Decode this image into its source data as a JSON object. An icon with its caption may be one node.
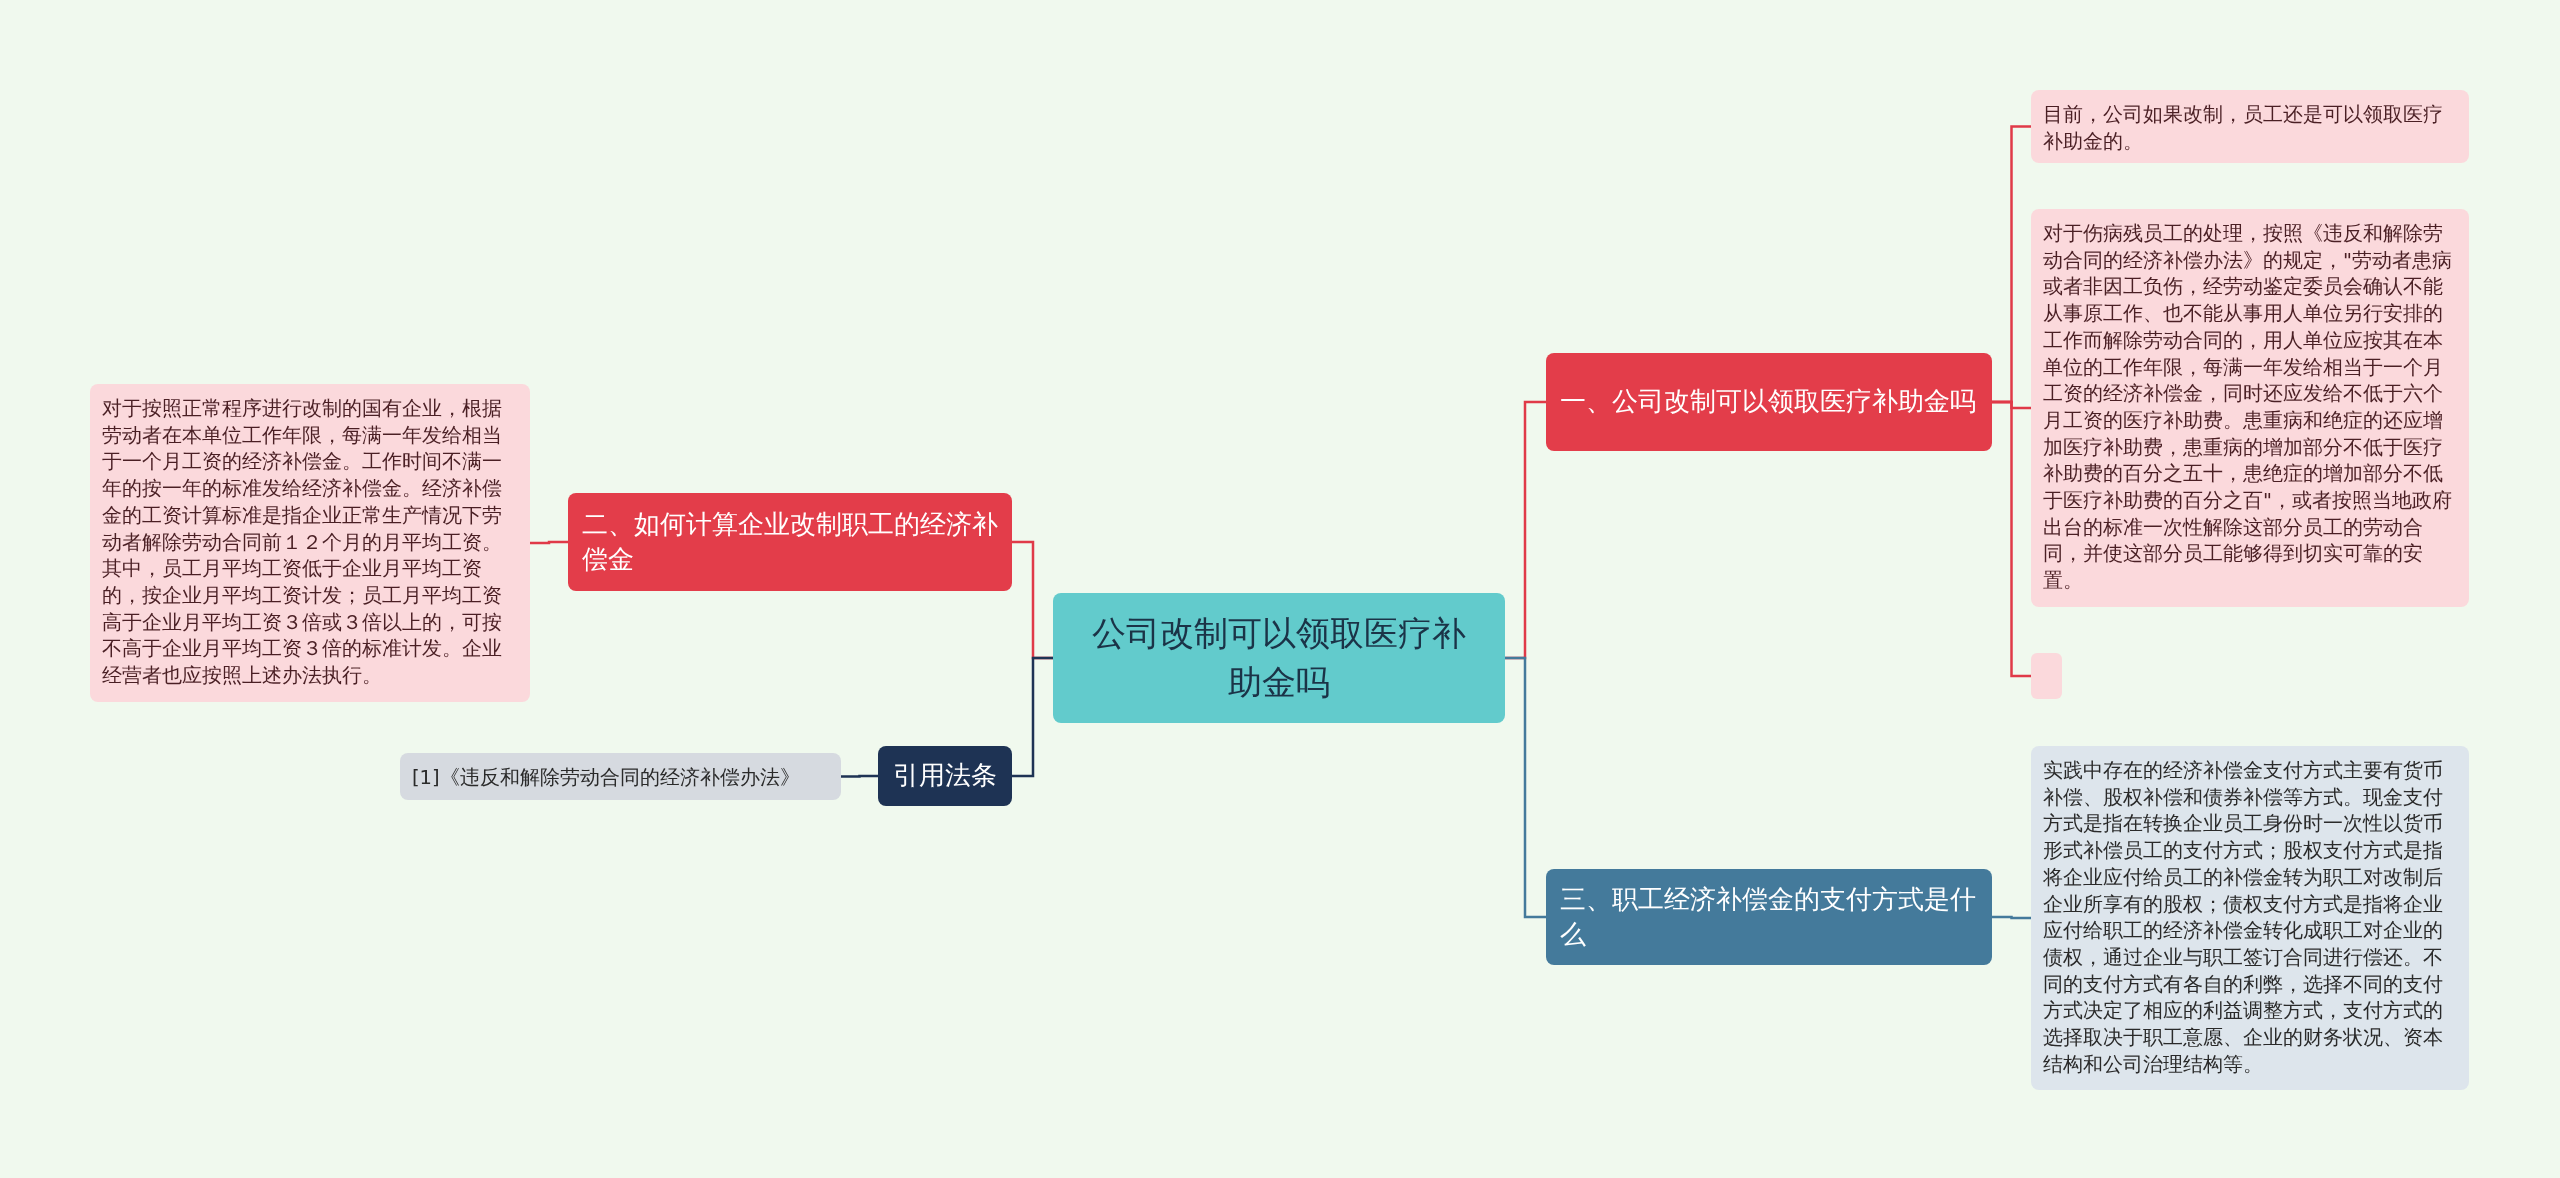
{
  "diagram": {
    "nodes": [
      {
        "text": [
          "公司改制可以领取医疗补助金吗"
        ]
      },
      {
        "text": [
          "一、公司改制可以领取医疗补助金吗"
        ]
      },
      {
        "text": [
          "目前，公司如果改制，员工还是可以领取医疗补助金的。"
        ]
      },
      {
        "text": [
          "对于伤病残员工的处理，按照《违反和解除劳动合同的经济补偿办法》的规定，\"劳动者患病或者非因工负伤，经劳动鉴定委员会确认不能从事原工作、也不能从事用人单位另行安排的工作而解除劳动合同的，用人单位应按其在本单位的工作年限，每满一年发给相当于一个月工资的经济补偿金，同时还应发给不低于六个月工资的医疗补助费。患重病和绝症的还应增加医疗补助费，患重病的增加部分不低于医疗补助费的百分之五十，患绝症的增加部分不低于医疗补助费的百分之百\"，或者按照当地政府出台的标准一次性解除这部分员工的劳动合同，并使这部分员工能够得到切实可靠的安置。"
        ]
      },
      {
        "text": [],
        "shape": "box"
      },
      {
        "text": [
          "三、职工经济补偿金的支付方式是什么"
        ]
      },
      {
        "text": [
          "实践中存在的经济补偿金支付方式主要有货币补偿、股权补偿和债券补偿等方式。现金支付方式是指在转换企业员工身份时一次性以货币形式补偿员工的支付方式；股权支付方式是指将企业应付给员工的补偿金转为职工对改制后企业所享有的股权；债权支付方式是指将企业应付给职工的经济补偿金转化成职工对企业的债权，通过企业与职工签订合同进行偿还。不同的支付方式有各自的利弊，选择不同的支付方式决定了相应的利益调整方式，支付方式的选择取决于职工意愿、企业的财务状况、资本结构和公司治理结构等。"
        ]
      },
      {
        "text": [
          "二、如何计算企业改制职工的经济补偿金"
        ]
      },
      {
        "text": [
          "对于按照正常程序进行改制的国有企业，根据劳动者在本单位工作年限，每满一年发给相当于一个月工资的经济补偿金。工作时间不满一年的按一年的标准发给经济补偿金。经济补偿金的工资计算标准是指企业正常生产情况下劳动者解除劳动合同前１２个月的月平均工资。其中，员工月平均工资低于企业月平均工资的，按企业月平均工资计发；员工月平均工资高于企业月平均工资３倍或３倍以上的，可按不高于企业月平均工资３倍的标准计发。企业经营者也应按照上述办法执行。"
        ]
      },
      {
        "text": [
          "引用法条"
        ]
      },
      {
        "text": [
          "[1]《违反和解除劳动合同的经济补偿办法》"
        ]
      }
    ],
    "edges": [
      {
        "from": 0,
        "to": 1,
        "arrow": "none",
        "color": "#e03a48"
      },
      {
        "from": 1,
        "to": 2,
        "arrow": "none",
        "color": "#e03a48"
      },
      {
        "from": 1,
        "to": 3,
        "arrow": "none",
        "color": "#e03a48"
      },
      {
        "from": 1,
        "to": 4,
        "arrow": "none",
        "color": "#e03a48"
      },
      {
        "from": 0,
        "to": 5,
        "arrow": "none",
        "color": "#447a9b"
      },
      {
        "from": 5,
        "to": 6,
        "arrow": "none",
        "color": "#447a9b"
      },
      {
        "from": 0,
        "to": 7,
        "arrow": "none",
        "color": "#e03a48"
      },
      {
        "from": 7,
        "to": 8,
        "arrow": "none",
        "color": "#e03a48"
      },
      {
        "from": 0,
        "to": 9,
        "arrow": "none",
        "color": "#1e3354"
      },
      {
        "from": 9,
        "to": 10,
        "arrow": "none",
        "color": "#1e3354"
      }
    ]
  }
}
